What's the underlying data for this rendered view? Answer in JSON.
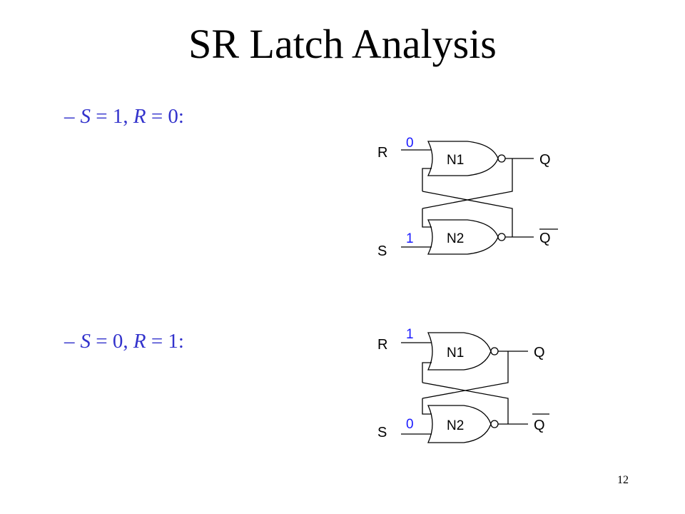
{
  "title": "SR Latch Analysis",
  "bullets": [
    {
      "dash": "–",
      "s_var": "S",
      "s_val": " = 1, ",
      "r_var": "R",
      "r_val": " = 0:"
    },
    {
      "dash": "–",
      "s_var": "S",
      "s_val": " = 0, ",
      "r_var": "R",
      "r_val": " = 1:"
    }
  ],
  "diagrams": [
    {
      "r_label": "R",
      "s_label": "S",
      "r_value": "0",
      "s_value": "1",
      "gate1": "N1",
      "gate2": "N2",
      "q_label": "Q",
      "qbar_label": "Q"
    },
    {
      "r_label": "R",
      "s_label": "S",
      "r_value": "1",
      "s_value": "0",
      "gate1": "N1",
      "gate2": "N2",
      "q_label": "Q",
      "qbar_label": "Q"
    }
  ],
  "slide_number": "12",
  "colors": {
    "accent": "#3333cc",
    "value": "#1a1aff"
  }
}
